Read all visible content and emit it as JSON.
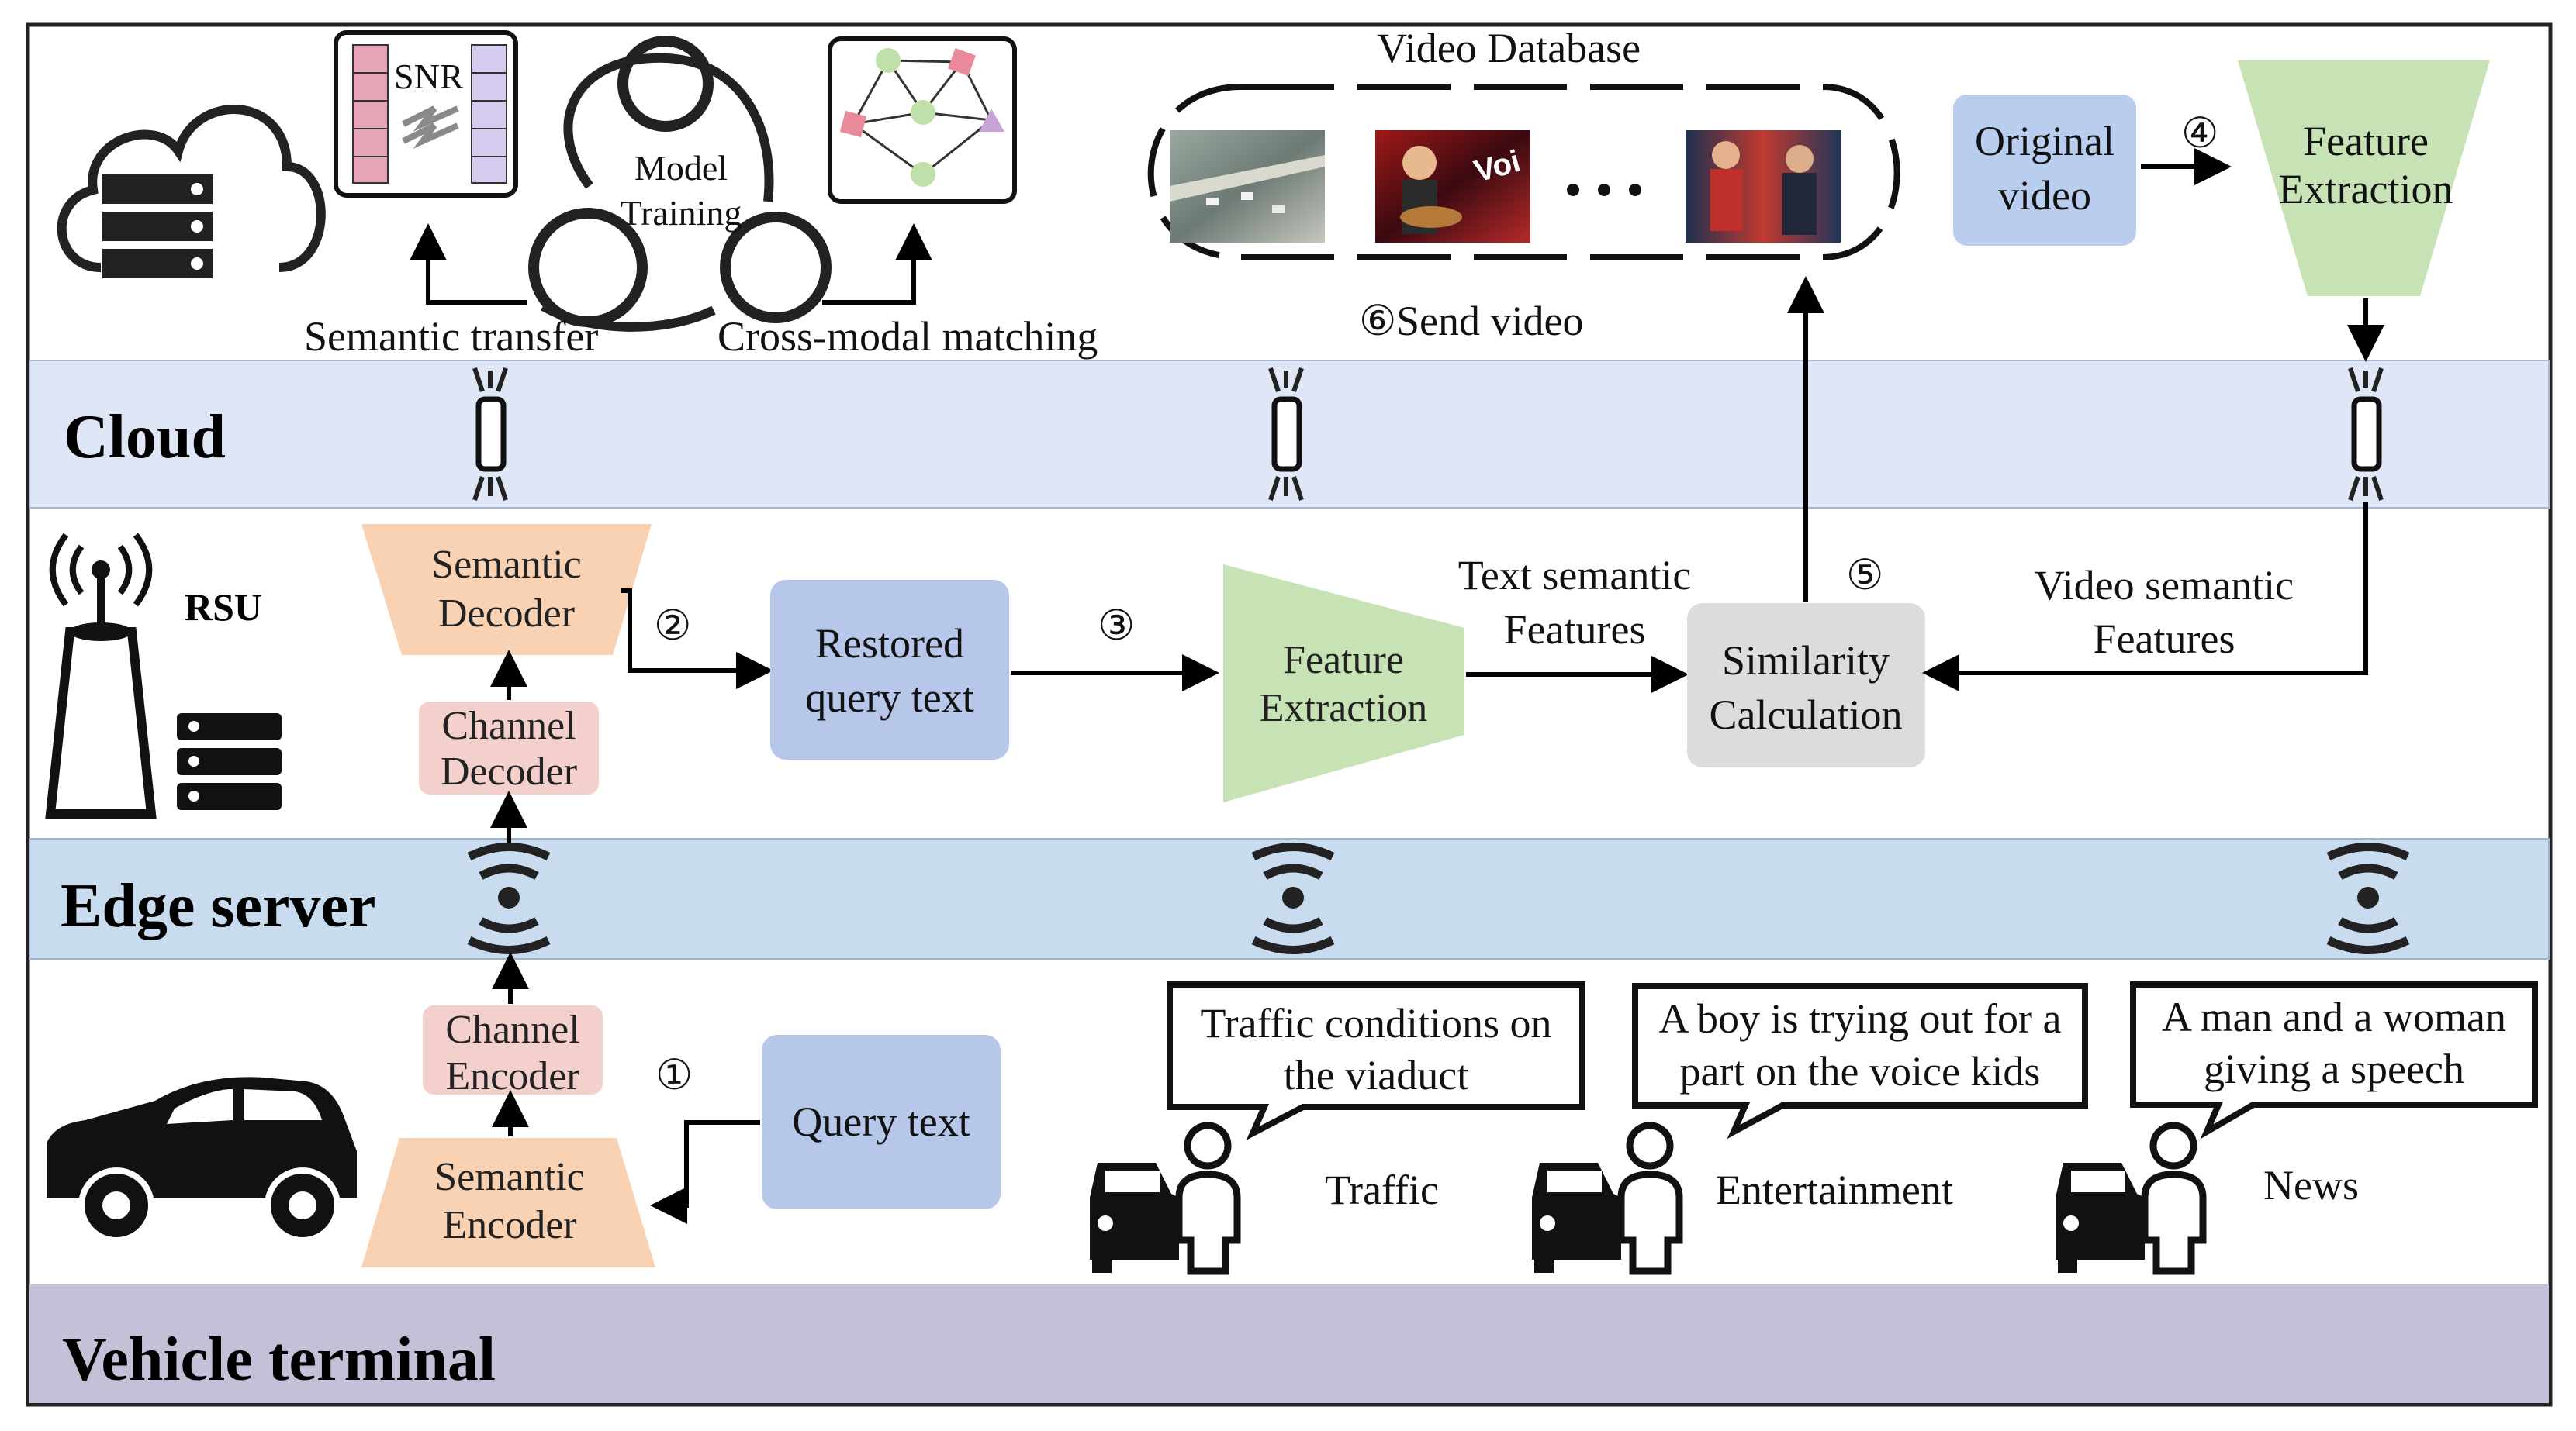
{
  "layers": {
    "cloud": "Cloud",
    "edge": "Edge server",
    "vehicle": "Vehicle terminal"
  },
  "cloud": {
    "snr": "SNR",
    "model_training_1": "Model",
    "model_training_2": "Training",
    "semantic_transfer": "Semantic transfer",
    "cross_modal": "Cross-modal matching",
    "video_database": "Video Database",
    "send_video": "Send video",
    "original_video_1": "Original",
    "original_video_2": "video",
    "feature_extraction_1": "Feature",
    "feature_extraction_2": "Extraction"
  },
  "edge": {
    "rsu": "RSU",
    "semantic_decoder_1": "Semantic",
    "semantic_decoder_2": "Decoder",
    "channel_decoder_1": "Channel",
    "channel_decoder_2": "Decoder",
    "restored_1": "Restored",
    "restored_2": "query text",
    "feature_extraction_1": "Feature",
    "feature_extraction_2": "Extraction",
    "text_sem_1": "Text semantic",
    "text_sem_2": "Features",
    "similarity_1": "Similarity",
    "similarity_2": "Calculation",
    "video_sem_1": "Video semantic",
    "video_sem_2": "Features"
  },
  "vehicle": {
    "channel_encoder_1": "Channel",
    "channel_encoder_2": "Encoder",
    "semantic_encoder_1": "Semantic",
    "semantic_encoder_2": "Encoder",
    "query_text": "Query text",
    "bubbles": [
      {
        "line1": "Traffic conditions on",
        "line2": "the viaduct",
        "category": "Traffic"
      },
      {
        "line1": "A boy is trying out for a",
        "line2": "part on the voice kids",
        "category": "Entertainment"
      },
      {
        "line1": "A man and a woman",
        "line2": "giving a speech",
        "category": "News"
      }
    ]
  },
  "steps": [
    "①",
    "②",
    "③",
    "④",
    "⑤",
    "⑥"
  ],
  "colors": {
    "cloud_band": "#dfe6f5",
    "edge_band": "#c9dcef",
    "vehicle_band": "#c4c0d8",
    "orange": "#f8d2b3",
    "pink": "#f4d0cc",
    "blue_box": "#b7c7ea",
    "green": "#c7e3b5",
    "gray": "#dcdcdc"
  }
}
